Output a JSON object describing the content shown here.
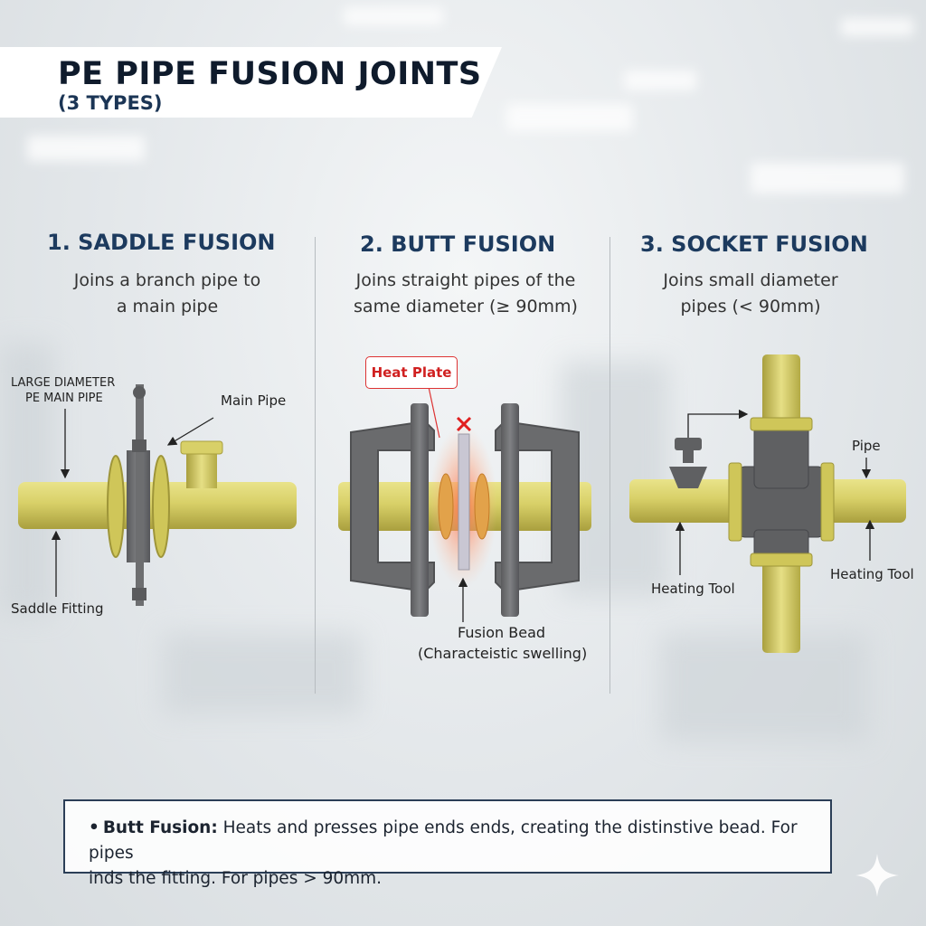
{
  "header": {
    "title": "PE PIPE FUSION JOINTS",
    "subtitle": "(3 TYPES)"
  },
  "columns": [
    {
      "title": "1. SADDLE FUSION",
      "description_lines": [
        "Joins a branch pipe to",
        "a main pipe"
      ],
      "labels": {
        "large_diameter_line1": "LARGE DIAMETER",
        "large_diameter_line2": "PE MAIN PIPE",
        "main_pipe": "Main Pipe",
        "saddle_fitting": "Saddle Fitting"
      }
    },
    {
      "title": "2. BUTT FUSION",
      "description_lines": [
        "Joins straight pipes of the",
        "same diameter (≥ 90mm)"
      ],
      "labels": {
        "heat_plate": "Heat Plate",
        "fusion_bead_line1": "Fusion Bead",
        "fusion_bead_line2": "(Characteistic swelling)"
      }
    },
    {
      "title": "3. SOCKET FUSION",
      "description_lines": [
        "Joins small diameter",
        "pipes (< 90mm)"
      ],
      "labels": {
        "pipe": "Pipe",
        "heating_tool_left": "Heating Tool",
        "heating_tool_right": "Heating Tool"
      }
    }
  ],
  "note": {
    "bullet": "•",
    "strong": "Butt Fusion:",
    "line1_rest": " Heats and presses pipe ends ends, creating the distinstive bead. For pipes",
    "line2": "inds the fitting. For pipes > 90mm."
  },
  "colors": {
    "pipe": "#d8d068",
    "pipe_dark": "#b3aa45",
    "metal": "#6d6e70",
    "title": "#1c3a5e",
    "heat": "#e03a2a"
  },
  "icons": [
    "sparkle-icon",
    "red-x-icon"
  ]
}
